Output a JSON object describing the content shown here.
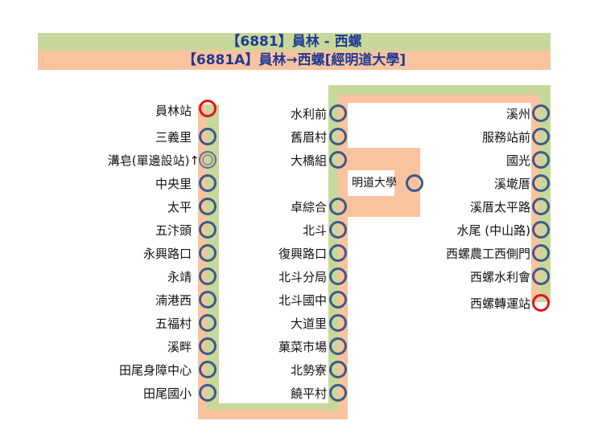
{
  "title_line1": "【6881】員林 - 西螺",
  "title_line2": "【6881A】員林→西螺[經明道大學]",
  "columns": {
    "left": [
      "員林站",
      "三義里",
      "溝皂(單邊設站)↑",
      "中央里",
      "太平",
      "五汴頭",
      "永興路口",
      "永靖",
      "湳港西",
      "五福村",
      "溪畔",
      "田尾身障中心",
      "田尾國小"
    ],
    "middle": [
      "水利前",
      "舊眉村",
      "大橋組",
      "卓綜合",
      "北斗",
      "復興路口",
      "北斗分局",
      "北斗國中",
      "大道里",
      "菓菜市場",
      "北勢寮",
      "饒平村"
    ],
    "branch": "明道大學",
    "right": [
      "溪州",
      "服務站前",
      "國光",
      "溪墘厝",
      "溪厝太平路",
      "水尾 (中山路)",
      "西螺農工西側門",
      "西螺水利會",
      "西螺轉運站"
    ]
  },
  "colors": {
    "green_band": "#c8d89a",
    "orange_band": "#f8c39e",
    "stop_ring": "#3d5a8a",
    "terminal_ring": "#e0141c",
    "title_text": "#1f3a93"
  }
}
